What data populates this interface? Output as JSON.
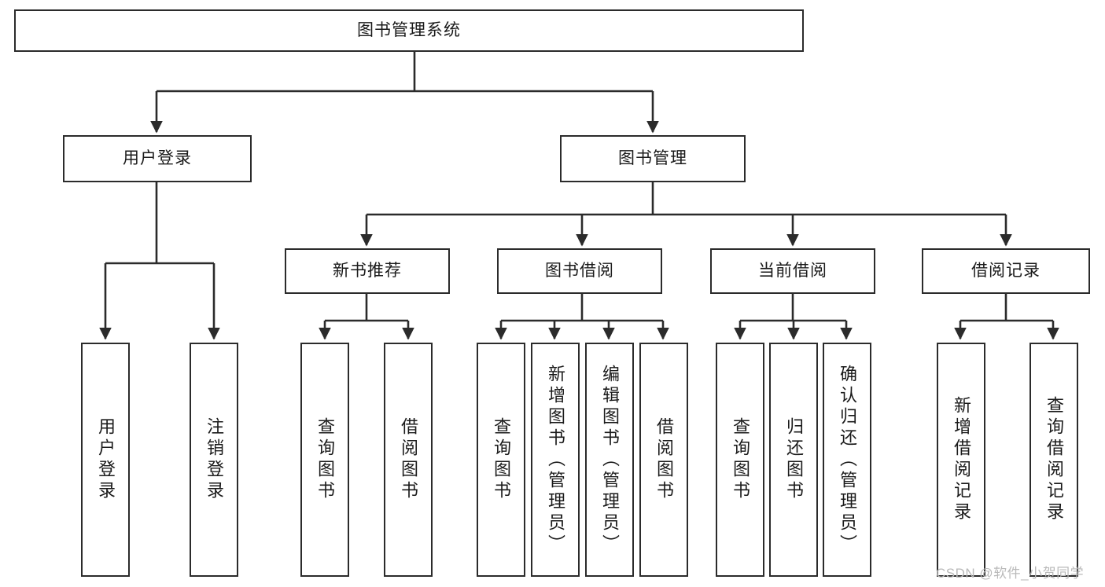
{
  "diagram": {
    "title": "图书管理系统",
    "type": "tree-hierarchy",
    "levels": {
      "root": {
        "label": "图书管理系统"
      },
      "level2": [
        {
          "id": "user-login",
          "label": "用户登录"
        },
        {
          "id": "book-manage",
          "label": "图书管理"
        }
      ],
      "level3": [
        {
          "id": "new-book-recommend",
          "label": "新书推荐",
          "parent": "book-manage"
        },
        {
          "id": "book-borrow",
          "label": "图书借阅",
          "parent": "book-manage"
        },
        {
          "id": "current-borrow",
          "label": "当前借阅",
          "parent": "book-manage"
        },
        {
          "id": "borrow-record",
          "label": "借阅记录",
          "parent": "book-manage"
        }
      ],
      "leaves": [
        {
          "id": "leaf-user-login",
          "label": "用户登录",
          "parent": "user-login"
        },
        {
          "id": "leaf-user-logout",
          "label": "注销登录",
          "parent": "user-login"
        },
        {
          "id": "leaf-query-book-1",
          "label": "查询图书",
          "parent": "new-book-recommend"
        },
        {
          "id": "leaf-borrow-book-1",
          "label": "借阅图书",
          "parent": "new-book-recommend"
        },
        {
          "id": "leaf-query-book-2",
          "label": "查询图书",
          "parent": "book-borrow"
        },
        {
          "id": "leaf-add-book",
          "label": "新增图书（管理员）",
          "parent": "book-borrow"
        },
        {
          "id": "leaf-edit-book",
          "label": "编辑图书（管理员）",
          "parent": "book-borrow"
        },
        {
          "id": "leaf-borrow-book-2",
          "label": "借阅图书",
          "parent": "book-borrow"
        },
        {
          "id": "leaf-query-book-3",
          "label": "查询图书",
          "parent": "current-borrow"
        },
        {
          "id": "leaf-return-book",
          "label": "归还图书",
          "parent": "current-borrow"
        },
        {
          "id": "leaf-confirm-return",
          "label": "确认归还（管理员）",
          "parent": "current-borrow"
        },
        {
          "id": "leaf-add-record",
          "label": "新增借阅记录",
          "parent": "borrow-record"
        },
        {
          "id": "leaf-query-record",
          "label": "查询借阅记录",
          "parent": "borrow-record"
        }
      ]
    },
    "colors": {
      "stroke": "#2b2b2b",
      "fill": "#ffffff",
      "text": "#1a1a1a",
      "watermark": "#b9b9b9"
    }
  },
  "watermark": {
    "text": "CSDN @软件_小贺同学"
  }
}
